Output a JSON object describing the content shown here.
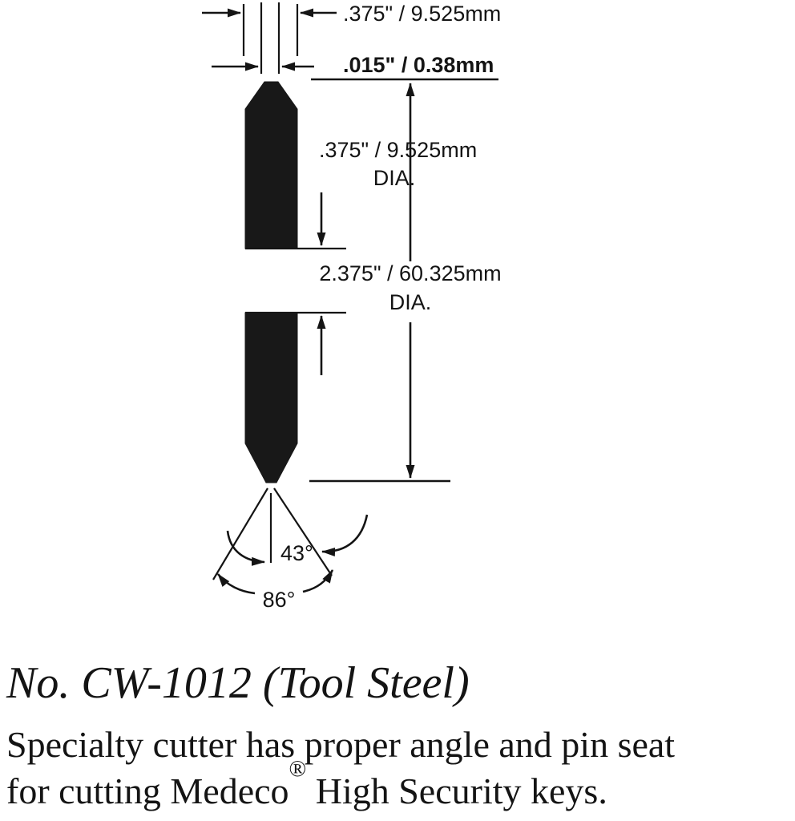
{
  "drawing": {
    "dim_tip_width": ".375\" / 9.525mm",
    "dim_tip_flat": ".015\" / 0.38mm",
    "dim_arbor": ".375\" / 9.525mm",
    "dim_arbor_dia": "DIA.",
    "dim_wheel": "2.375\" / 60.325mm",
    "dim_wheel_dia": "DIA.",
    "angle_half": "43°",
    "angle_full": "86°"
  },
  "caption": {
    "title": "No. CW-1012 (Tool Steel)",
    "line1": "Specialty cutter has proper angle and pin seat",
    "line2_prefix": "for cutting Medeco",
    "line2_reg": "®",
    "line2_suffix": " High Security keys."
  }
}
